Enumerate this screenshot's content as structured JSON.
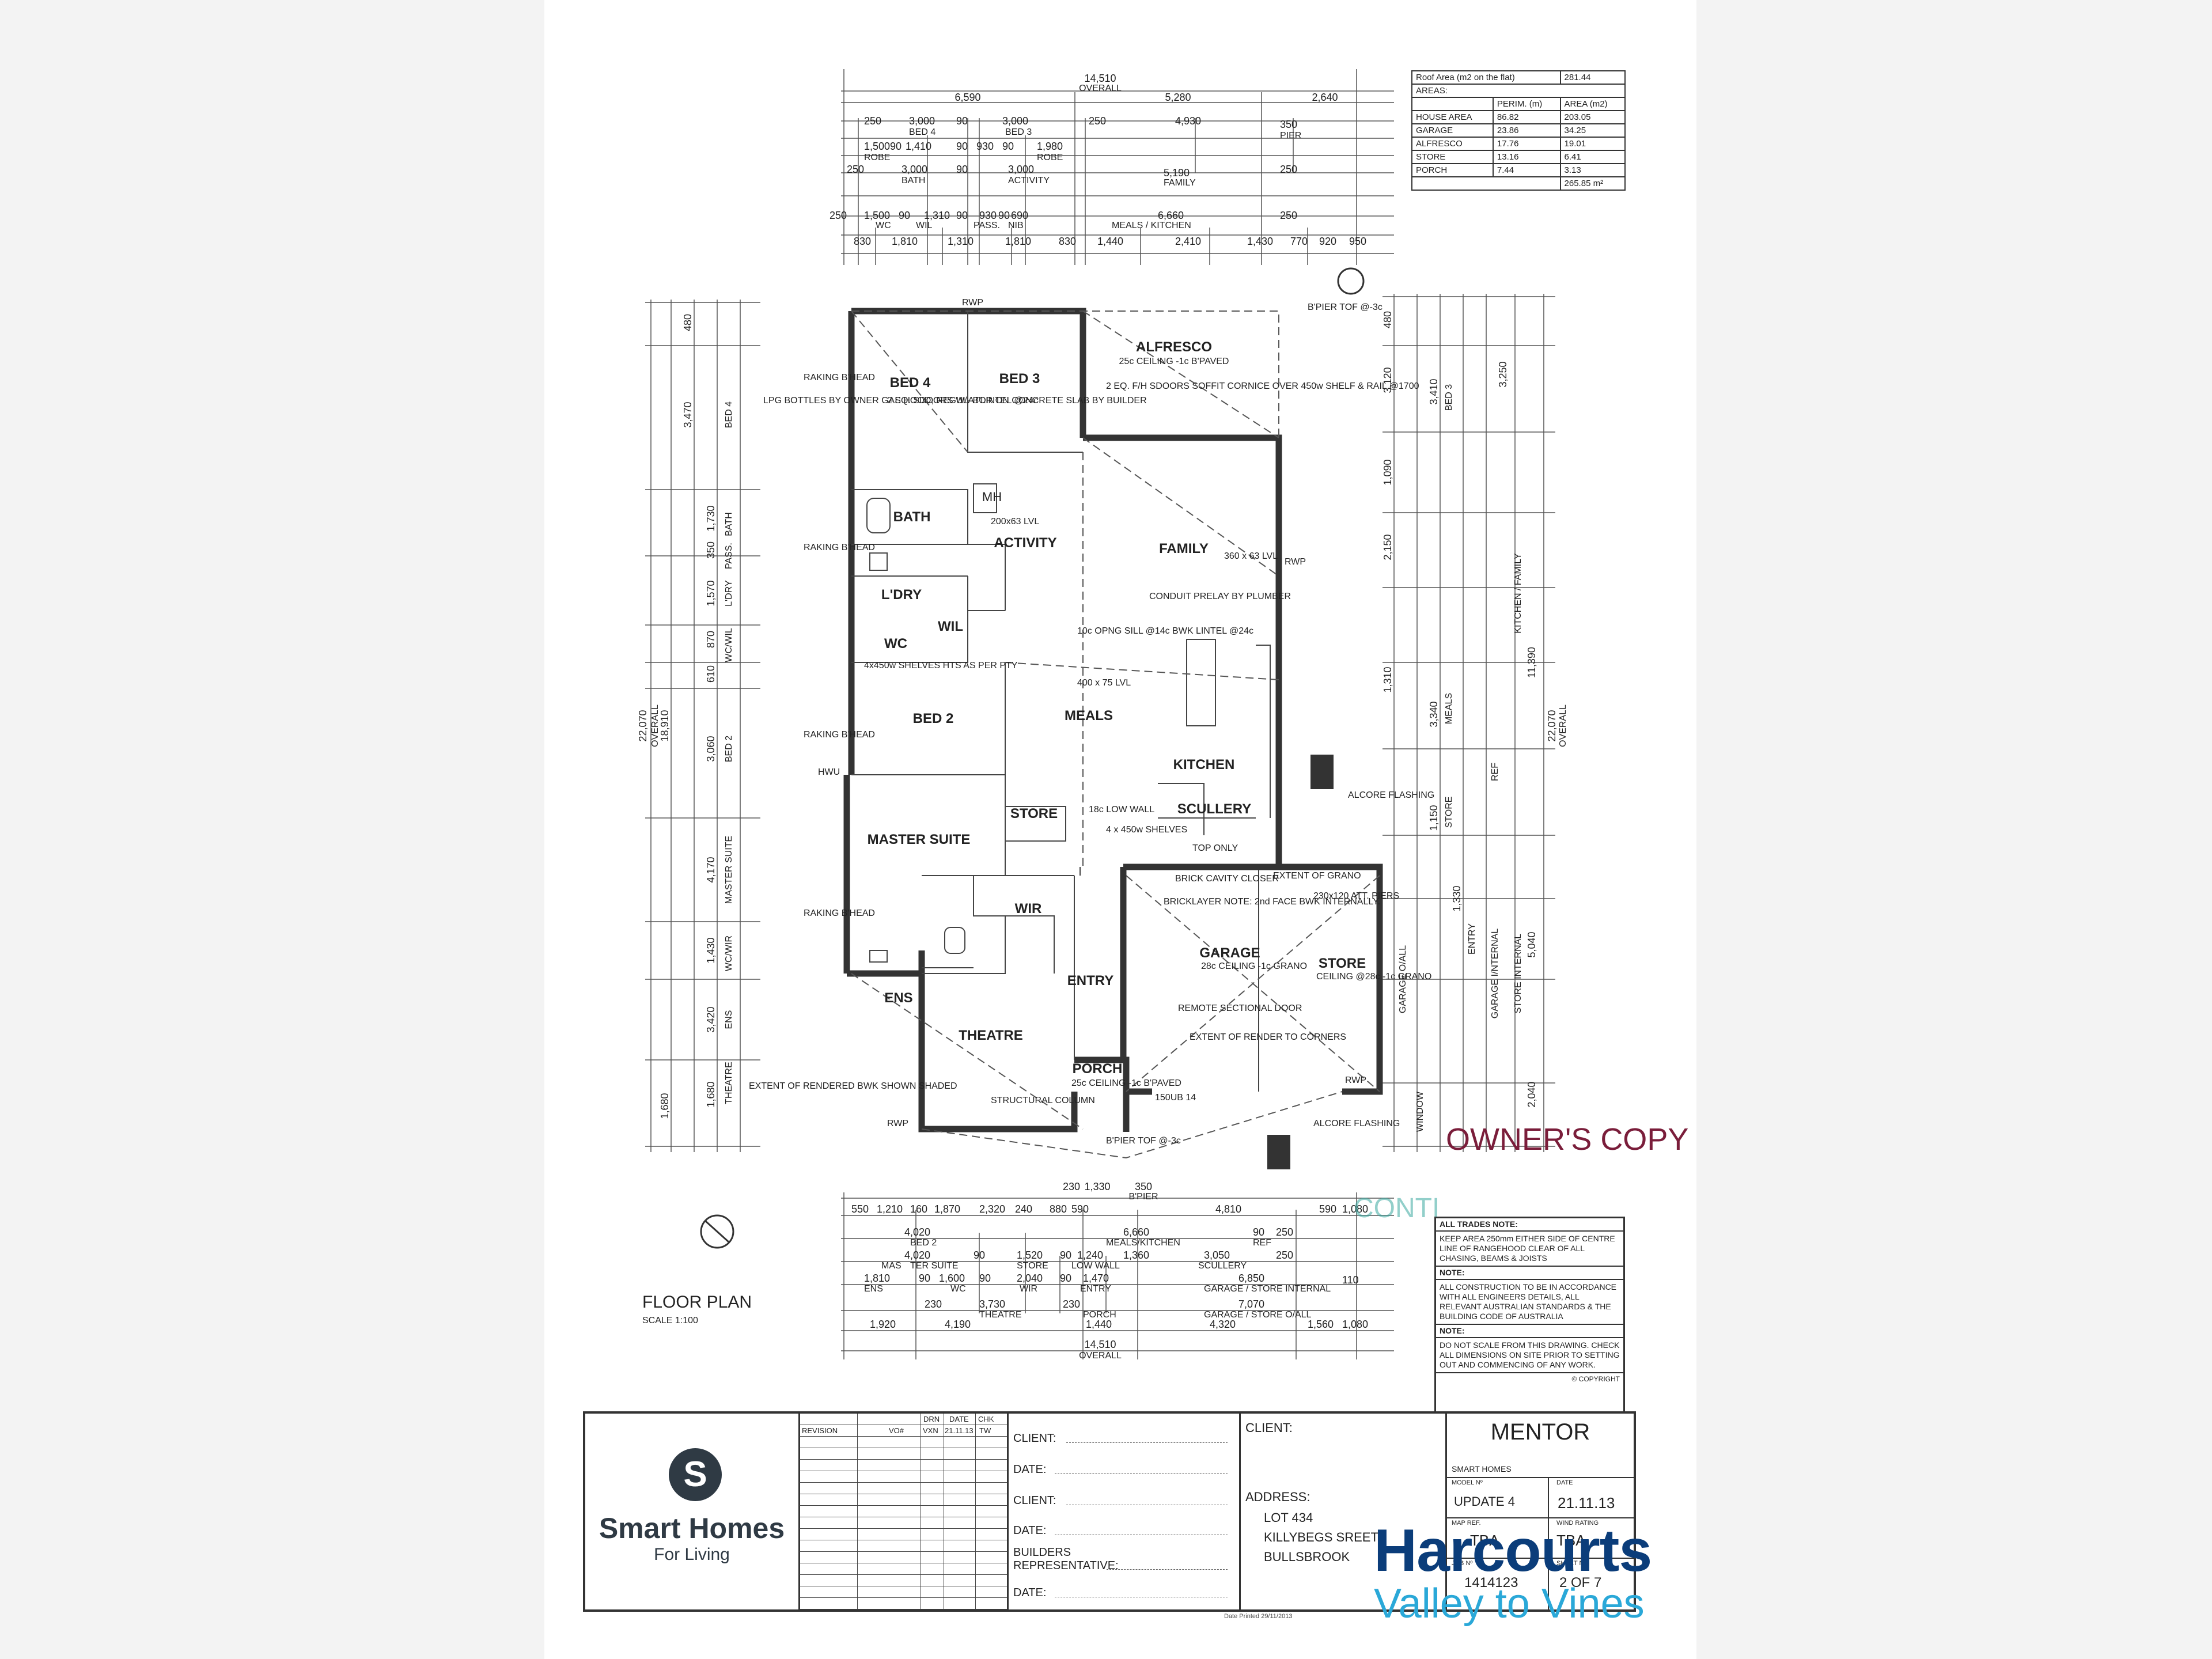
{
  "top_dims": {
    "overall": "14,510",
    "overall_label": "OVERALL",
    "row2": [
      "6,590",
      "5,280",
      "2,640"
    ],
    "row3": [
      "250",
      "3,000",
      "90",
      "3,000",
      "250",
      "4,930",
      "350"
    ],
    "row3_labels": [
      "BED 4",
      "BED 3",
      "PIER"
    ],
    "row4": [
      "1,500",
      "90",
      "1,410",
      "90",
      "930",
      "90",
      "1,980"
    ],
    "row4_labels": [
      "ROBE",
      "ROBE"
    ],
    "row5": [
      "250",
      "3,000",
      "90",
      "3,000",
      "5,190",
      "250"
    ],
    "row5_labels": [
      "BATH",
      "ACTIVITY",
      "FAMILY"
    ],
    "row6": [
      "250",
      "1,500",
      "90",
      "1,310",
      "90",
      "930",
      "90",
      "690",
      "6,660",
      "250"
    ],
    "row6_labels": [
      "WC",
      "WIL",
      "PASS.",
      "NIB",
      "MEALS / KITCHEN"
    ],
    "row7": [
      "830",
      "1,810",
      "1,310",
      "1,810",
      "830",
      "1,440",
      "2,410",
      "1,430",
      "770",
      "920",
      "950"
    ]
  },
  "roof_table": {
    "title": "Roof Area (m2 on the flat)",
    "title_value": "281.44",
    "areas_label": "AREAS:",
    "col_perim": "PERIM. (m)",
    "col_area": "AREA (m2)",
    "rows": [
      {
        "name": "HOUSE AREA",
        "perim": "86.82",
        "area": "203.05"
      },
      {
        "name": "GARAGE",
        "perim": "23.86",
        "area": "34.25"
      },
      {
        "name": "ALFRESCO",
        "perim": "17.76",
        "area": "19.01"
      },
      {
        "name": "STORE",
        "perim": "13.16",
        "area": "6.41"
      },
      {
        "name": "PORCH",
        "perim": "7.44",
        "area": "3.13"
      }
    ],
    "total": "265.85 m²"
  },
  "rooms": {
    "alfresco": "ALFRESCO",
    "alfresco_note": "25c CEILING -1c B'PAVED",
    "bed4": "BED 4",
    "bed3": "BED 3",
    "bath": "BATH",
    "activity": "ACTIVITY",
    "family": "FAMILY",
    "ldry": "L'DRY",
    "wil": "WIL",
    "wc": "WC",
    "bed2": "BED 2",
    "meals": "MEALS",
    "kitchen": "KITCHEN",
    "scullery": "SCULLERY",
    "store": "STORE",
    "master": "MASTER SUITE",
    "wir": "WIR",
    "ens": "ENS",
    "entry": "ENTRY",
    "theatre": "THEATRE",
    "porch": "PORCH",
    "garage": "GARAGE",
    "garage_store": "STORE",
    "mh": "MH"
  },
  "notes_in_plan": {
    "lpg": "LPG BOTTLES BY OWNER GAS HOOD, REGULATOR ON CONCRETE SLAB BY BUILDER",
    "raking": "RAKING B'HEAD",
    "shelves": "4x450w SHELVES HTS AS PER PTY",
    "conduit": "CONDUIT PRELAY BY PLUMBER",
    "opng": "10c OPNG SILL @14c BWK LINTEL @24c",
    "lvl": "400 x 75 LVL",
    "family_lvl": "360 x 63 LVL",
    "alfresco_lvl": "200x63 LVL",
    "soffit": "2 EQ. F/H SDOORS SOFFIT CORNICE OVER 450w SHELF & RAIL @1700",
    "bed4_doors": "2 EQ. SDOORS W/- B'LINTEL @24c",
    "brick_cavity": "BRICK CAVITY CLOSER",
    "bricklayer": "BRICKLAYER NOTE: 2nd FACE BWK INTERNALLY.",
    "extent_grano": "EXTENT OF GRANO",
    "remote": "REMOTE SECTIONAL DOOR",
    "render_corners": "EXTENT OF RENDER TO CORNERS",
    "alcore": "ALCORE FLASHING",
    "garage_ceiling": "28c CEILING -1c GRANO",
    "store_ceiling": "CEILING @28c -1c GRANO",
    "porch_ceiling": "25c CEILING -1c B'PAVED",
    "structural": "STRUCTURAL COLUMN",
    "rendered": "EXTENT OF RENDERED BWK SHOWN SHADED",
    "low_wall": "18c LOW WALL",
    "four_shelves": "4 x 450w SHELVES",
    "top_only": "TOP ONLY",
    "hwu": "HWU",
    "rwp": "RWP",
    "pier": "B'PIER TOF @-3c",
    "lvl_150": "150UB 14",
    "att_piers": "230x120 ATT. PIERS"
  },
  "left_dims": {
    "overall": "22,070",
    "overall_label": "OVERALL",
    "sub": "18,910",
    "segments": [
      "480",
      "3,470",
      "1,730",
      "350",
      "1,570",
      "870",
      "610",
      "3,060",
      "4,170",
      "1,430",
      "3,420",
      "1,680",
      "1,680"
    ],
    "labels": [
      "BED 4",
      "BATH",
      "PASS.",
      "L'DRY",
      "WC/WIL",
      "BED 2",
      "MASTER SUITE",
      "WC/WIR",
      "ENS",
      "THEATRE"
    ]
  },
  "right_dims": {
    "overall": "22,070",
    "overall_label": "OVERALL",
    "sub": "11,390",
    "segments": [
      "480",
      "3,410",
      "3,120",
      "3,250",
      "1,090",
      "2,150",
      "1,310",
      "3,340",
      "1,150",
      "1,330",
      "5,040",
      "2,040"
    ],
    "labels": [
      "BED 3",
      "KITCHEN / FAMILY",
      "MEALS",
      "STORE",
      "REF",
      "ENTRY",
      "GARAGE I/NTERNAL",
      "STORE INTERNAL",
      "WINDOW",
      "GARAGE O/ALL"
    ]
  },
  "bottom_dims": {
    "row1": [
      "230",
      "1,330",
      "350"
    ],
    "row1_labels": [
      "B'PIER"
    ],
    "row2": [
      "550",
      "1,210",
      "160",
      "1,870",
      "2,320",
      "240",
      "880",
      "590",
      "4,810",
      "590",
      "1,080"
    ],
    "row3": [
      "4,020",
      "6,660",
      "90",
      "250"
    ],
    "row3_labels": [
      "BED 2",
      "MEALS/KITCHEN",
      "REF"
    ],
    "row4": [
      "4,020",
      "90",
      "1,520",
      "90",
      "1,240",
      "1,360",
      "3,050",
      "250"
    ],
    "row4_labels": [
      "MAS",
      "TER SUITE",
      "STORE",
      "LOW WALL",
      "SCULLERY"
    ],
    "row5": [
      "1,810",
      "90",
      "1,600",
      "90",
      "2,040",
      "90",
      "1,470",
      "6,850"
    ],
    "row5_labels": [
      "ENS",
      "WC",
      "WIR",
      "ENTRY",
      "GARAGE / STORE INTERNAL"
    ],
    "row6": [
      "230",
      "3,730",
      "230",
      "7,070",
      "110"
    ],
    "row6_labels": [
      "THEATRE",
      "PORCH",
      "GARAGE / STORE O/ALL"
    ],
    "row7": [
      "1,920",
      "4,190",
      "1,440",
      "4,320",
      "1,560",
      "1,080"
    ],
    "overall": "14,510",
    "overall_label": "OVERALL"
  },
  "floor_plan": {
    "title": "FLOOR PLAN",
    "scale": "SCALE 1:100"
  },
  "notes_box": {
    "h1": "ALL TRADES NOTE:",
    "b1": "KEEP AREA 250mm EITHER SIDE OF CENTRE LINE OF RANGEHOOD CLEAR OF ALL CHASING, BEAMS & JOISTS",
    "h2": "NOTE:",
    "b2": "ALL CONSTRUCTION TO BE IN ACCORDANCE WITH ALL ENGINEERS DETAILS, ALL RELEVANT AUSTRALIAN STANDARDS & THE BUILDING CODE OF AUSTRALIA",
    "h3": "NOTE:",
    "b3": "DO NOT SCALE FROM THIS DRAWING. CHECK ALL DIMENSIONS ON SITE PRIOR TO SETTING OUT AND COMMENCING OF ANY WORK.",
    "copyright": "© COPYRIGHT"
  },
  "owners_copy": "OWNER'S COPY",
  "conti": "CONTI",
  "title_block": {
    "logo_letter": "S",
    "logo_name": "Smart Homes",
    "logo_tag": "For Living",
    "revision": "REVISION",
    "vo": "VO#",
    "drn": "DRN",
    "date_h": "DATE",
    "chk": "CHK",
    "rev_row": [
      "VXN",
      "21.11.13",
      "TW"
    ],
    "client_labels": [
      "CLIENT:",
      "DATE:",
      "CLIENT:",
      "DATE:",
      "BUILDERS REPRESENTATIVE:",
      "DATE:"
    ],
    "client": "CLIENT:",
    "address": "ADDRESS:",
    "lot": "LOT 434",
    "street": "KILLYBEGS SREET",
    "suburb": "BULLSBROOK",
    "model": "MENTOR",
    "company": "SMART HOMES",
    "model_ref": "MODEL Nº",
    "update": "UPDATE 4",
    "date_lbl": "DATE",
    "date": "21.11.13",
    "map_ref": "MAP REF.",
    "map_val": "TBA",
    "wind": "WIND RATING",
    "wind_val": "TBA",
    "job": "JOB Nº",
    "job_val": "1414123",
    "sheet": "SHEET Nº",
    "sheet_val": "2 OF 7",
    "footer": "Date Printed 29/11/2013"
  },
  "agency": {
    "name": "Harcourts",
    "office": "Valley to Vines"
  }
}
